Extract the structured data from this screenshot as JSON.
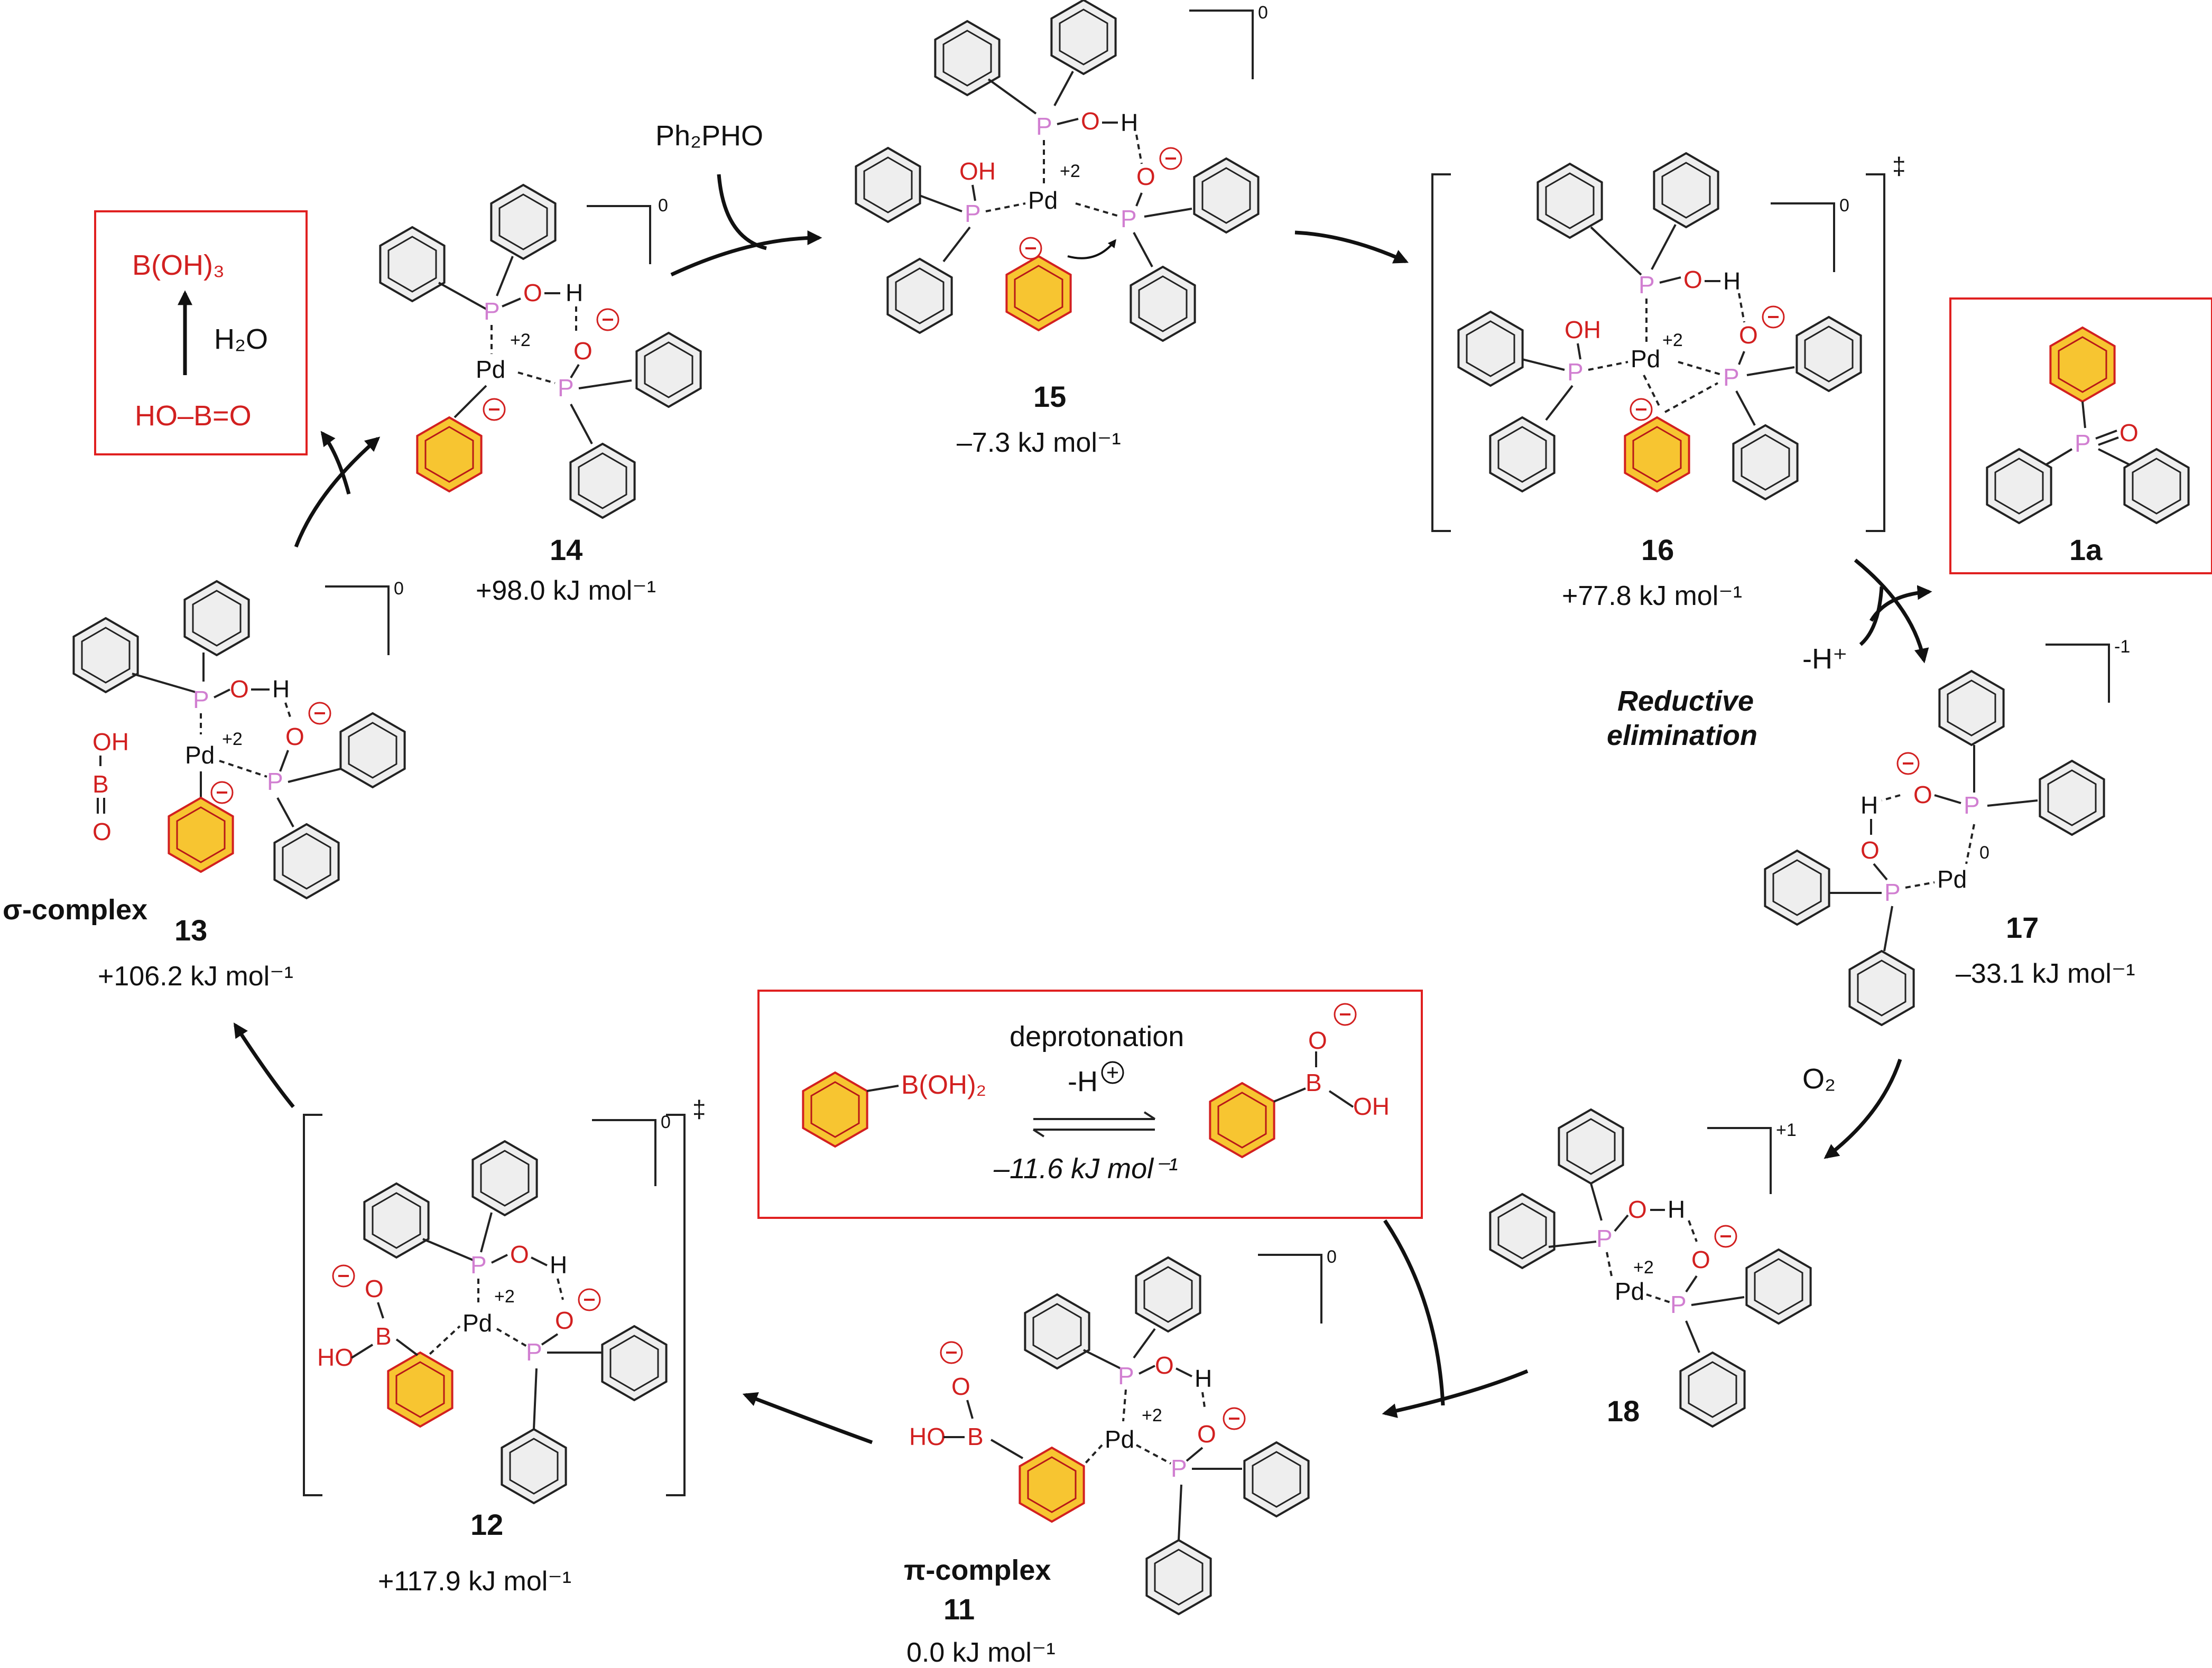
{
  "reagents": {
    "ph2pho": "Ph₂PHO",
    "h2o": "H₂O",
    "o2": "O₂",
    "minus_h": "-H⁺",
    "reductive": "Reductive",
    "elimination": "elimination"
  },
  "boric_box": {
    "top": "B(OH)₃",
    "bottom": "HO–B=O"
  },
  "deprotonation_box": {
    "title": "deprotonation",
    "proton": "-H",
    "left_group": "B(OH)₂",
    "energy": "–11.6 kJ mol⁻¹"
  },
  "product": {
    "label": "1a"
  },
  "species": {
    "s11": {
      "label": "11",
      "type": "π-complex",
      "energy": "0.0 kJ mol⁻¹"
    },
    "s12": {
      "label": "12",
      "energy": "+117.9 kJ mol⁻¹"
    },
    "s13": {
      "label": "13",
      "type": "σ-complex",
      "energy": "+106.2 kJ mol⁻¹"
    },
    "s14": {
      "label": "14",
      "energy": "+98.0 kJ mol⁻¹"
    },
    "s15": {
      "label": "15",
      "energy": "–7.3 kJ mol⁻¹"
    },
    "s16": {
      "label": "16",
      "energy": "+77.8 kJ mol⁻¹"
    },
    "s17": {
      "label": "17",
      "energy": "–33.1 kJ mol⁻¹"
    },
    "s18": {
      "label": "18",
      "energy": ""
    }
  },
  "charges": {
    "c0": "0",
    "cm1": "-1",
    "cp1": "+1",
    "dagger": "‡",
    "pd2": "+2",
    "pd0": "0"
  },
  "atoms": {
    "pd": "Pd",
    "p": "P",
    "o": "O",
    "h": "H",
    "oh": "OH",
    "ho": "HO",
    "b": "B",
    "o_eq": "O"
  },
  "colors": {
    "phosphorus": "#d17fd1",
    "oxygen_boron": "#d22020",
    "aryl_fill": "#f7c531",
    "box": "#e02020"
  }
}
